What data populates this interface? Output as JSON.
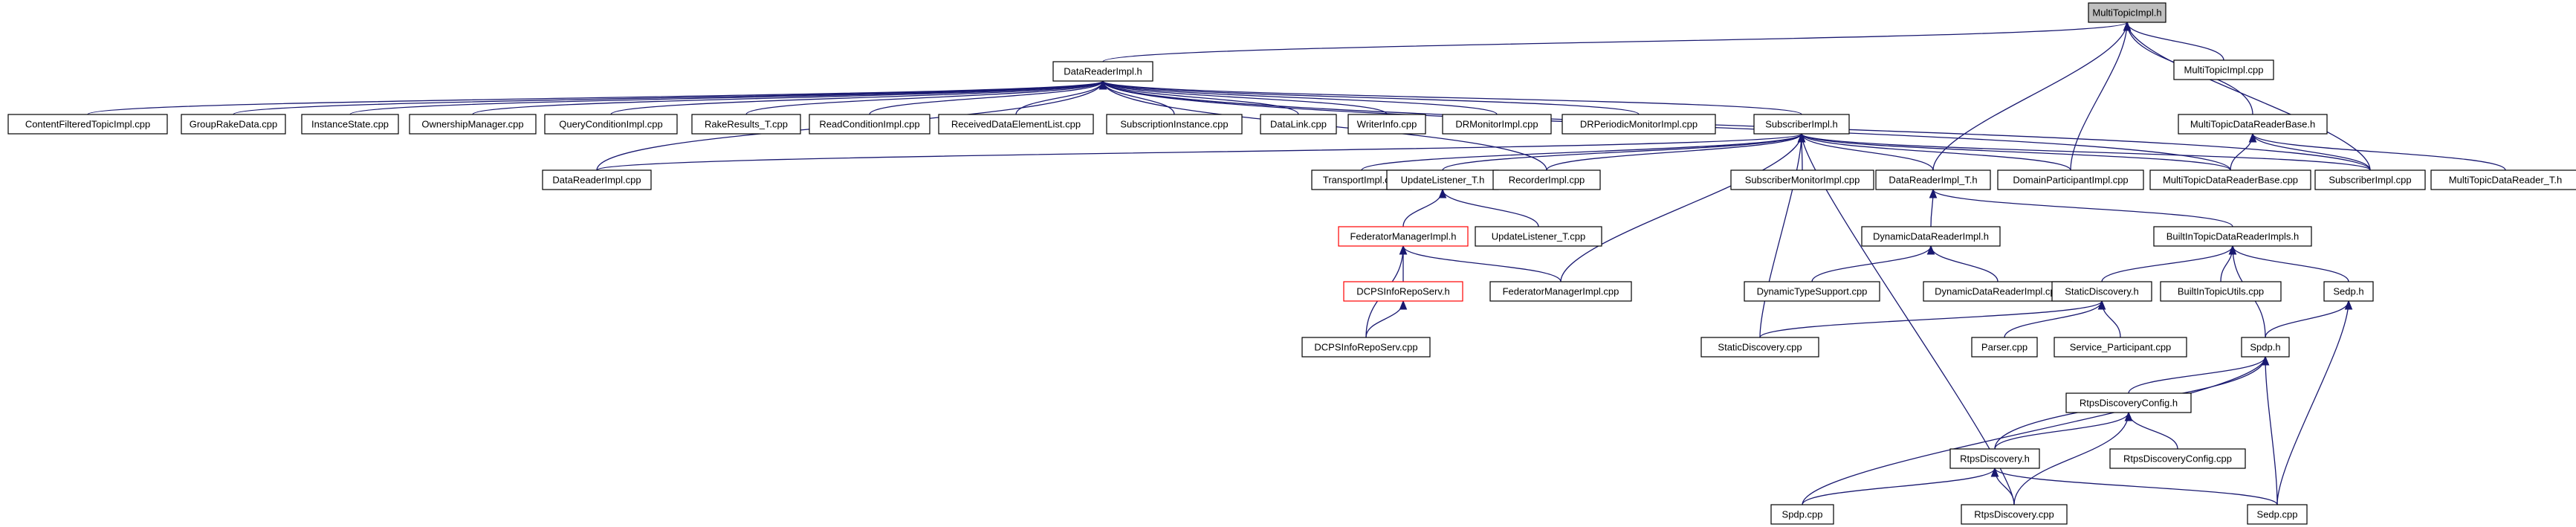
{
  "colors": {
    "edge": "#191970",
    "node_border": "#000000",
    "node_border_missing": "#ff0000",
    "node_fill": "#ffffff",
    "root_fill": "#bfbfbf"
  },
  "nodes": [
    {
      "id": "root",
      "label": "MultiTopicImpl.h",
      "style": "root"
    },
    {
      "id": "dri_h",
      "label": "DataReaderImpl.h",
      "style": "normal"
    },
    {
      "id": "mti_cpp",
      "label": "MultiTopicImpl.cpp",
      "style": "normal"
    },
    {
      "id": "cfti",
      "label": "ContentFilteredTopicImpl.cpp",
      "style": "normal"
    },
    {
      "id": "grd",
      "label": "GroupRakeData.cpp",
      "style": "normal"
    },
    {
      "id": "ist",
      "label": "InstanceState.cpp",
      "style": "normal"
    },
    {
      "id": "own",
      "label": "OwnershipManager.cpp",
      "style": "normal"
    },
    {
      "id": "qci",
      "label": "QueryConditionImpl.cpp",
      "style": "normal"
    },
    {
      "id": "rrt",
      "label": "RakeResults_T.cpp",
      "style": "normal"
    },
    {
      "id": "rci",
      "label": "ReadConditionImpl.cpp",
      "style": "normal"
    },
    {
      "id": "rdel",
      "label": "ReceivedDataElementList.cpp",
      "style": "normal"
    },
    {
      "id": "subi",
      "label": "SubscriptionInstance.cpp",
      "style": "normal"
    },
    {
      "id": "dl",
      "label": "DataLink.cpp",
      "style": "normal"
    },
    {
      "id": "wi",
      "label": "WriterInfo.cpp",
      "style": "normal"
    },
    {
      "id": "drmi",
      "label": "DRMonitorImpl.cpp",
      "style": "normal"
    },
    {
      "id": "drpmi",
      "label": "DRPeriodicMonitorImpl.cpp",
      "style": "normal"
    },
    {
      "id": "subimpl_h",
      "label": "SubscriberImpl.h",
      "style": "normal"
    },
    {
      "id": "mtdrb_h",
      "label": "MultiTopicDataReaderBase.h",
      "style": "normal"
    },
    {
      "id": "dri_cpp",
      "label": "DataReaderImpl.cpp",
      "style": "normal"
    },
    {
      "id": "tri",
      "label": "TransportImpl.cpp",
      "style": "normal"
    },
    {
      "id": "ult_h",
      "label": "UpdateListener_T.h",
      "style": "normal"
    },
    {
      "id": "reci",
      "label": "RecorderImpl.cpp",
      "style": "normal"
    },
    {
      "id": "submi",
      "label": "SubscriberMonitorImpl.cpp",
      "style": "normal"
    },
    {
      "id": "drit_h",
      "label": "DataReaderImpl_T.h",
      "style": "normal"
    },
    {
      "id": "dpi",
      "label": "DomainParticipantImpl.cpp",
      "style": "normal"
    },
    {
      "id": "mtdrb_cpp",
      "label": "MultiTopicDataReaderBase.cpp",
      "style": "normal"
    },
    {
      "id": "subimpl_cpp",
      "label": "SubscriberImpl.cpp",
      "style": "normal"
    },
    {
      "id": "mtdrt_h",
      "label": "MultiTopicDataReader_T.h",
      "style": "normal"
    },
    {
      "id": "fmi_h",
      "label": "FederatorManagerImpl.h",
      "style": "missing"
    },
    {
      "id": "ult_cpp",
      "label": "UpdateListener_T.cpp",
      "style": "normal"
    },
    {
      "id": "ddri_h",
      "label": "DynamicDataReaderImpl.h",
      "style": "normal"
    },
    {
      "id": "bitdri_h",
      "label": "BuiltInTopicDataReaderImpls.h",
      "style": "normal"
    },
    {
      "id": "dcpsirs_h",
      "label": "DCPSInfoRepoServ.h",
      "style": "missing"
    },
    {
      "id": "fmi_cpp",
      "label": "FederatorManagerImpl.cpp",
      "style": "normal"
    },
    {
      "id": "dts",
      "label": "DynamicTypeSupport.cpp",
      "style": "normal"
    },
    {
      "id": "ddri_cpp",
      "label": "DynamicDataReaderImpl.cpp",
      "style": "normal"
    },
    {
      "id": "sd_h",
      "label": "StaticDiscovery.h",
      "style": "normal"
    },
    {
      "id": "bitu",
      "label": "BuiltInTopicUtils.cpp",
      "style": "normal"
    },
    {
      "id": "sedp_h",
      "label": "Sedp.h",
      "style": "normal"
    },
    {
      "id": "dcpsirs_cpp",
      "label": "DCPSInfoRepoServ.cpp",
      "style": "normal"
    },
    {
      "id": "sd_cpp",
      "label": "StaticDiscovery.cpp",
      "style": "normal"
    },
    {
      "id": "parser",
      "label": "Parser.cpp",
      "style": "normal"
    },
    {
      "id": "svcp",
      "label": "Service_Participant.cpp",
      "style": "normal"
    },
    {
      "id": "spdp_h",
      "label": "Spdp.h",
      "style": "normal"
    },
    {
      "id": "rdc_h",
      "label": "RtpsDiscoveryConfig.h",
      "style": "normal"
    },
    {
      "id": "rd_h",
      "label": "RtpsDiscovery.h",
      "style": "normal"
    },
    {
      "id": "rdc_cpp",
      "label": "RtpsDiscoveryConfig.cpp",
      "style": "normal"
    },
    {
      "id": "spdp_cpp",
      "label": "Spdp.cpp",
      "style": "normal"
    },
    {
      "id": "rd_cpp",
      "label": "RtpsDiscovery.cpp",
      "style": "normal"
    },
    {
      "id": "sedp_cpp",
      "label": "Sedp.cpp",
      "style": "normal"
    }
  ],
  "edges": [
    [
      "dri_h",
      "root"
    ],
    [
      "mti_cpp",
      "root"
    ],
    [
      "mtdrb_h",
      "root"
    ],
    [
      "drit_h",
      "root"
    ],
    [
      "dpi",
      "root"
    ],
    [
      "subimpl_cpp",
      "root"
    ],
    [
      "cfti",
      "dri_h"
    ],
    [
      "grd",
      "dri_h"
    ],
    [
      "ist",
      "dri_h"
    ],
    [
      "own",
      "dri_h"
    ],
    [
      "qci",
      "dri_h"
    ],
    [
      "rrt",
      "dri_h"
    ],
    [
      "rci",
      "dri_h"
    ],
    [
      "rdel",
      "dri_h"
    ],
    [
      "subi",
      "dri_h"
    ],
    [
      "dl",
      "dri_h"
    ],
    [
      "wi",
      "dri_h"
    ],
    [
      "drmi",
      "dri_h"
    ],
    [
      "drpmi",
      "dri_h"
    ],
    [
      "subimpl_h",
      "dri_h"
    ],
    [
      "dri_cpp",
      "dri_h"
    ],
    [
      "reci",
      "dri_h"
    ],
    [
      "mtdrb_cpp",
      "dri_h"
    ],
    [
      "subimpl_cpp",
      "dri_h"
    ],
    [
      "tri",
      "subimpl_h"
    ],
    [
      "ult_h",
      "subimpl_h"
    ],
    [
      "reci",
      "subimpl_h"
    ],
    [
      "submi",
      "subimpl_h"
    ],
    [
      "drit_h",
      "subimpl_h"
    ],
    [
      "dpi",
      "subimpl_h"
    ],
    [
      "mtdrb_cpp",
      "subimpl_h"
    ],
    [
      "subimpl_cpp",
      "subimpl_h"
    ],
    [
      "dri_cpp",
      "subimpl_h"
    ],
    [
      "fmi_cpp",
      "subimpl_h"
    ],
    [
      "sd_cpp",
      "subimpl_h"
    ],
    [
      "rd_cpp",
      "subimpl_h"
    ],
    [
      "mtdrb_cpp",
      "mtdrb_h"
    ],
    [
      "subimpl_cpp",
      "mtdrb_h"
    ],
    [
      "mtdrt_h",
      "mtdrb_h"
    ],
    [
      "fmi_h",
      "ult_h"
    ],
    [
      "ult_cpp",
      "ult_h"
    ],
    [
      "dcpsirs_h",
      "fmi_h"
    ],
    [
      "fmi_cpp",
      "fmi_h"
    ],
    [
      "dcpsirs_cpp",
      "fmi_h"
    ],
    [
      "dcpsirs_cpp",
      "dcpsirs_h"
    ],
    [
      "ddri_h",
      "drit_h"
    ],
    [
      "bitdri_h",
      "drit_h"
    ],
    [
      "dts",
      "ddri_h"
    ],
    [
      "ddri_cpp",
      "ddri_h"
    ],
    [
      "sd_h",
      "bitdri_h"
    ],
    [
      "bitu",
      "bitdri_h"
    ],
    [
      "sedp_h",
      "bitdri_h"
    ],
    [
      "spdp_h",
      "bitdri_h"
    ],
    [
      "sd_cpp",
      "sd_h"
    ],
    [
      "parser",
      "sd_h"
    ],
    [
      "svcp",
      "sd_h"
    ],
    [
      "spdp_h",
      "sedp_h"
    ],
    [
      "sedp_cpp",
      "sedp_h"
    ],
    [
      "rdc_h",
      "spdp_h"
    ],
    [
      "rd_h",
      "spdp_h"
    ],
    [
      "spdp_cpp",
      "spdp_h"
    ],
    [
      "sedp_cpp",
      "spdp_h"
    ],
    [
      "rd_h",
      "rdc_h"
    ],
    [
      "rdc_cpp",
      "rdc_h"
    ],
    [
      "rd_cpp",
      "rdc_h"
    ],
    [
      "spdp_cpp",
      "rd_h"
    ],
    [
      "rd_cpp",
      "rd_h"
    ],
    [
      "sedp_cpp",
      "rd_h"
    ]
  ]
}
